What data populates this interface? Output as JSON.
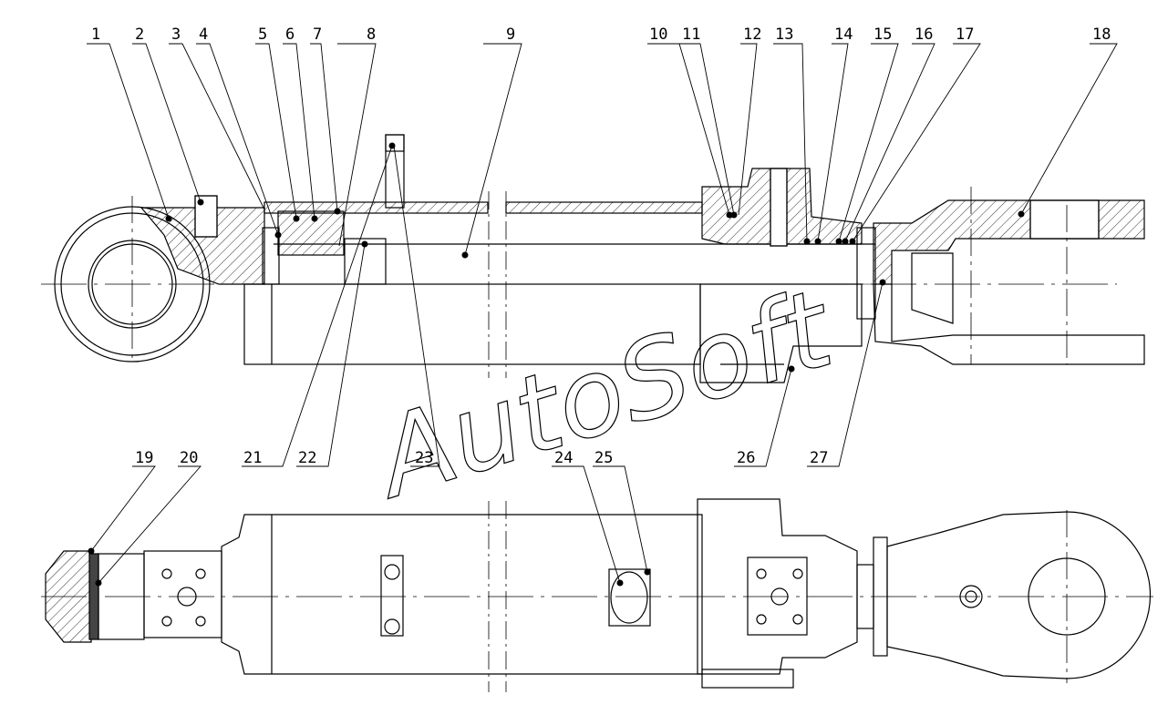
{
  "callouts_top": [
    "1",
    "2",
    "3",
    "4",
    "5",
    "6",
    "7",
    "8",
    "9",
    "10",
    "11",
    "12",
    "13",
    "14",
    "15",
    "16",
    "17",
    "18"
  ],
  "callouts_mid": [
    "21",
    "22",
    "23",
    "26",
    "27"
  ],
  "callouts_bottom": [
    "19",
    "20",
    "24",
    "25"
  ],
  "watermark": "AutoSoft",
  "colors": {
    "line": "#000000",
    "background": "#ffffff"
  }
}
